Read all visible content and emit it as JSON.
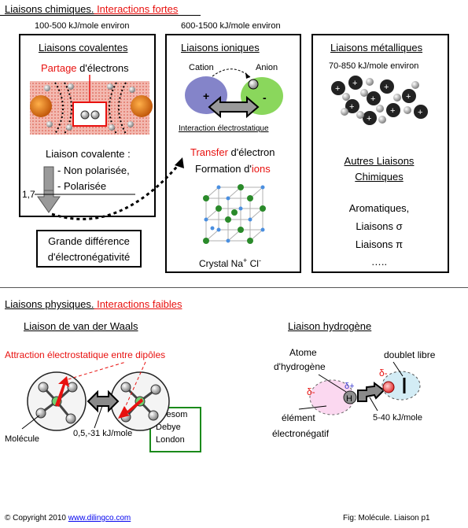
{
  "strong": {
    "title_part1": "Liaisons chimiques.",
    "title_part2": " Interactions fortes",
    "energy_covalent": "100-500 kJ/mole environ",
    "energy_ionic": "600-1500 kJ/mole environ",
    "covalent": {
      "title": "Liaisons covalentes",
      "share_red": "Partage",
      "share_rest": " d'électrons",
      "type_label": "Liaison covalente :",
      "item1": "- Non polarisée,",
      "item2": "- Polarisée",
      "threshold": "1,7"
    },
    "ionic": {
      "title": "Liaisons ioniques",
      "cation": "Cation",
      "anion": "Anion",
      "plus": "+",
      "minus": "-",
      "interaction": "Interaction électrostatique",
      "transfer_red": "Transfer",
      "transfer_rest": " d'électron",
      "formation_rest": "Formation d'",
      "formation_red": "ions",
      "crystal": "Crystal Na",
      "crystal_sup1": "+",
      "crystal_mid": " Cl",
      "crystal_sup2": "-"
    },
    "metallic": {
      "title": "Liaisons métalliques",
      "energy": "70-850 kJ/mole environ",
      "other_line1": "Autres Liaisons",
      "other_line2": "Chimiques",
      "list1": "Aromatiques,",
      "list2": "Liaisons σ",
      "list3": "Liaisons π",
      "list4": "….."
    },
    "difference_line1": "Grande différence",
    "difference_line2": "d'électronégativité"
  },
  "weak": {
    "title_part1": "Liaisons physiques.",
    "title_part2": " Interactions faibles",
    "vdw": {
      "title": "Liaison de van der Waals",
      "attraction": "Attraction électrostatique entre dipôles",
      "molecule": "Molécule",
      "energy": "0,5,-31 kJ/mole",
      "types": [
        "Keesom",
        "Debye",
        "London"
      ]
    },
    "hydrogen": {
      "title": "Liaison hydrogène",
      "atom_line1": "Atome",
      "atom_line2": "d'hydrogène",
      "lone_pair": "doublet libre",
      "delta_minus": "δ-",
      "delta_plus": "δ+",
      "h": "H",
      "element_line1": "élément",
      "element_line2": "électronégatif",
      "energy": "5-40 kJ/mole"
    }
  },
  "footer": {
    "copyright_symbol": "©",
    "copyright_text": " Copyright 2010 ",
    "link": "www.dilingco.com",
    "fig": "Fig:  Molécule. Liaison p1"
  },
  "colors": {
    "accent_red": "#e8110f",
    "green_box": "#1a8a1a",
    "cation_blue": "#6f6fbf",
    "anion_green": "#7dd34a",
    "gray_arrow": "#9a9a9a"
  }
}
